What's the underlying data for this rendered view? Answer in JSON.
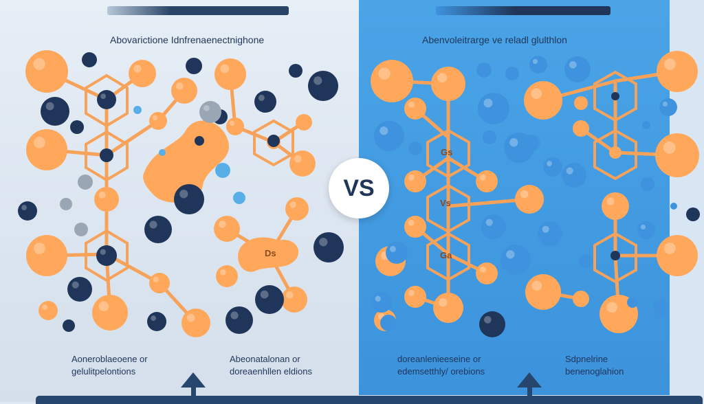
{
  "vs_label": "VS",
  "left": {
    "heading": "Abovarictione Idnfrenaenectnighone",
    "caption_left": [
      "Aoneroblaeoene or",
      "gelulitpelontions"
    ],
    "caption_right": [
      "Abeonatalonan or",
      "doreaenhllen eldions"
    ],
    "atom_labels": [
      "Ds"
    ]
  },
  "right": {
    "heading": "Abenvoleitrarge ve reladl glulthlon",
    "caption_left": [
      "doreanlenieeseine or",
      "edemsetthly/ orebions"
    ],
    "caption_right": [
      "Sdpnelrine",
      "benenoglahion"
    ],
    "atom_labels": [
      "Gs",
      "Vs",
      "Ga"
    ]
  },
  "colors": {
    "orange_atom": "#ffa85c",
    "navy_atom": "#1f3559",
    "blue_atom": "#3f93de",
    "bond": "#f7a25a",
    "accent_bar": "#27466e"
  }
}
